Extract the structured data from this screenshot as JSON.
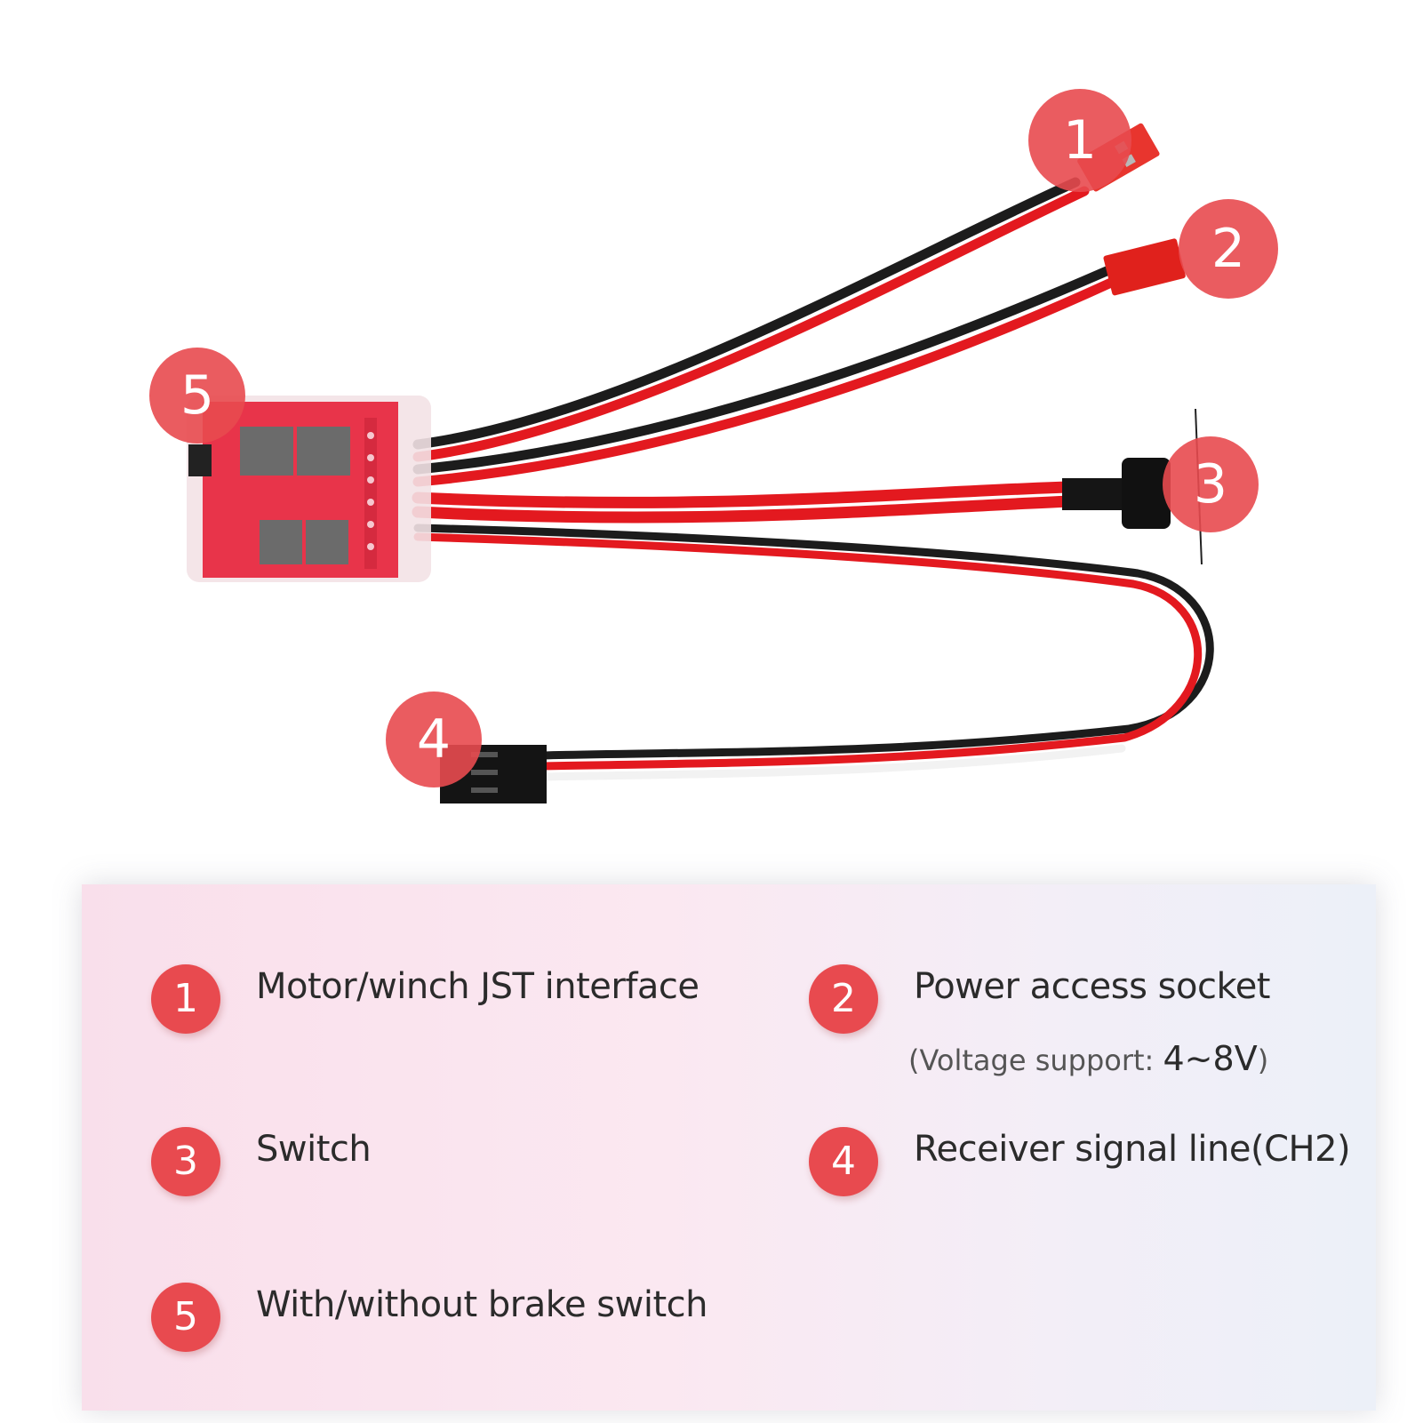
{
  "photo": {
    "callouts": [
      {
        "number": "1"
      },
      {
        "number": "2"
      },
      {
        "number": "3"
      },
      {
        "number": "4"
      },
      {
        "number": "5"
      }
    ]
  },
  "legend": {
    "items": [
      {
        "number": "1",
        "label": "Motor/winch JST interface"
      },
      {
        "number": "2",
        "label": "Power access socket",
        "note_prefix": "(Voltage support:",
        "note_value": "4~8V",
        "note_suffix": ")"
      },
      {
        "number": "3",
        "label": "Switch"
      },
      {
        "number": "4",
        "label": "Receiver signal line(CH2)"
      },
      {
        "number": "5",
        "label": "With/without brake switch"
      }
    ]
  },
  "colors": {
    "badge": "#e84a4f",
    "wire_red": "#e3191f",
    "wire_black": "#1c1c1c",
    "board": "#e8344a"
  }
}
